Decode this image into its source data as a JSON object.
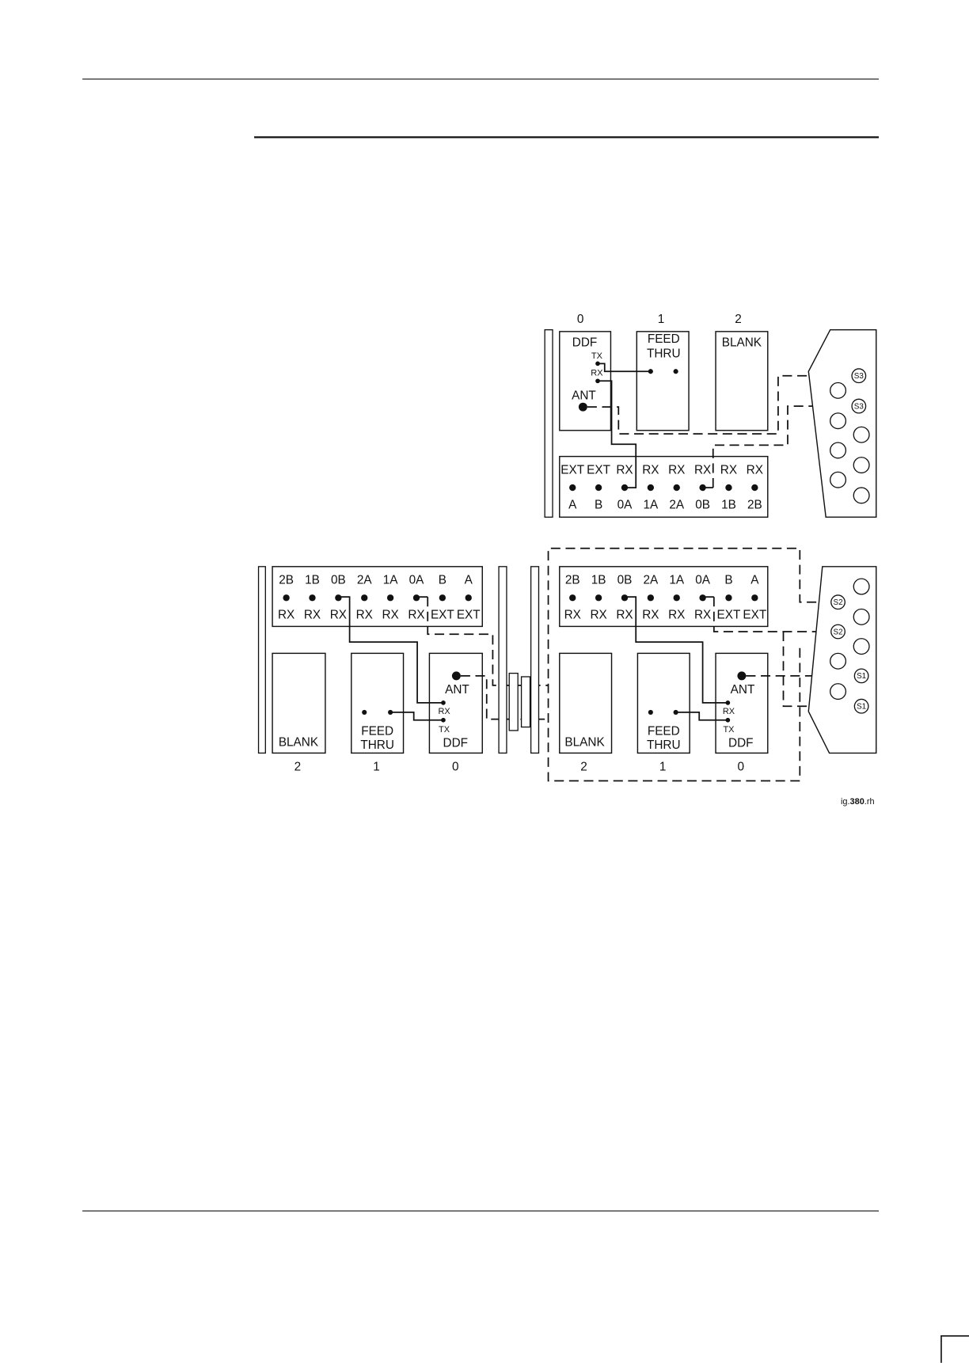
{
  "figure_label": {
    "prefix": "ig.",
    "number": "380",
    "suffix": ".rh"
  },
  "top_cabinet": {
    "slot_numbers": [
      "0",
      "1",
      "2"
    ],
    "ddf": {
      "title": "DDF",
      "tx": "TX",
      "rx": "RX",
      "ant": "ANT"
    },
    "feed_thru": {
      "line1": "FEED",
      "line2": "THRU"
    },
    "blank": "BLANK",
    "connector": {
      "upper": [
        "EXT",
        "EXT",
        "RX",
        "RX",
        "RX",
        "RX",
        "RX",
        "RX"
      ],
      "lower": [
        "A",
        "B",
        "0A",
        "1A",
        "2A",
        "0B",
        "1B",
        "2B"
      ]
    },
    "antenna_ports": [
      "S3",
      "S3"
    ]
  },
  "bottom_left_cabinet": {
    "slot_numbers": [
      "2",
      "1",
      "0"
    ],
    "blank": "BLANK",
    "feed_thru": {
      "line1": "FEED",
      "line2": "THRU"
    },
    "ddf": {
      "ant": "ANT",
      "rx": "RX",
      "tx": "TX",
      "title": "DDF"
    },
    "connector": {
      "upper": [
        "2B",
        "1B",
        "0B",
        "2A",
        "1A",
        "0A",
        "B",
        "A"
      ],
      "lower": [
        "RX",
        "RX",
        "RX",
        "RX",
        "RX",
        "RX",
        "EXT",
        "EXT"
      ]
    }
  },
  "bottom_right_cabinet": {
    "slot_numbers": [
      "2",
      "1",
      "0"
    ],
    "blank": "BLANK",
    "feed_thru": {
      "line1": "FEED",
      "line2": "THRU"
    },
    "ddf": {
      "ant": "ANT",
      "rx": "RX",
      "tx": "TX",
      "title": "DDF"
    },
    "connector": {
      "upper": [
        "2B",
        "1B",
        "0B",
        "2A",
        "1A",
        "0A",
        "B",
        "A"
      ],
      "lower": [
        "RX",
        "RX",
        "RX",
        "RX",
        "RX",
        "RX",
        "EXT",
        "EXT"
      ]
    },
    "antenna_ports": [
      "S2",
      "S2",
      "S1",
      "S1"
    ]
  }
}
